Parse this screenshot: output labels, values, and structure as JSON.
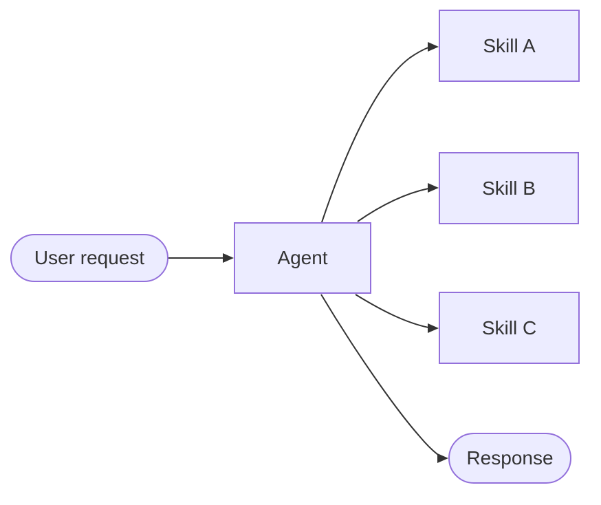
{
  "diagram": {
    "type": "flowchart",
    "direction": "left-to-right",
    "nodes": [
      {
        "id": "user-request",
        "label": "User request",
        "shape": "stadium"
      },
      {
        "id": "agent",
        "label": "Agent",
        "shape": "rectangle"
      },
      {
        "id": "skill-a",
        "label": "Skill A",
        "shape": "rectangle"
      },
      {
        "id": "skill-b",
        "label": "Skill B",
        "shape": "rectangle"
      },
      {
        "id": "skill-c",
        "label": "Skill C",
        "shape": "rectangle"
      },
      {
        "id": "response",
        "label": "Response",
        "shape": "stadium"
      }
    ],
    "edges": [
      {
        "from": "user-request",
        "to": "agent",
        "style": "arrow"
      },
      {
        "from": "agent",
        "to": "skill-a",
        "style": "arrow"
      },
      {
        "from": "agent",
        "to": "skill-b",
        "style": "arrow"
      },
      {
        "from": "agent",
        "to": "skill-c",
        "style": "arrow"
      },
      {
        "from": "agent",
        "to": "response",
        "style": "arrow"
      }
    ],
    "colors": {
      "node_fill": "#ECECFF",
      "node_border": "#9370DB",
      "text": "#333333",
      "edge": "#333333",
      "background": "#FFFFFF"
    }
  }
}
